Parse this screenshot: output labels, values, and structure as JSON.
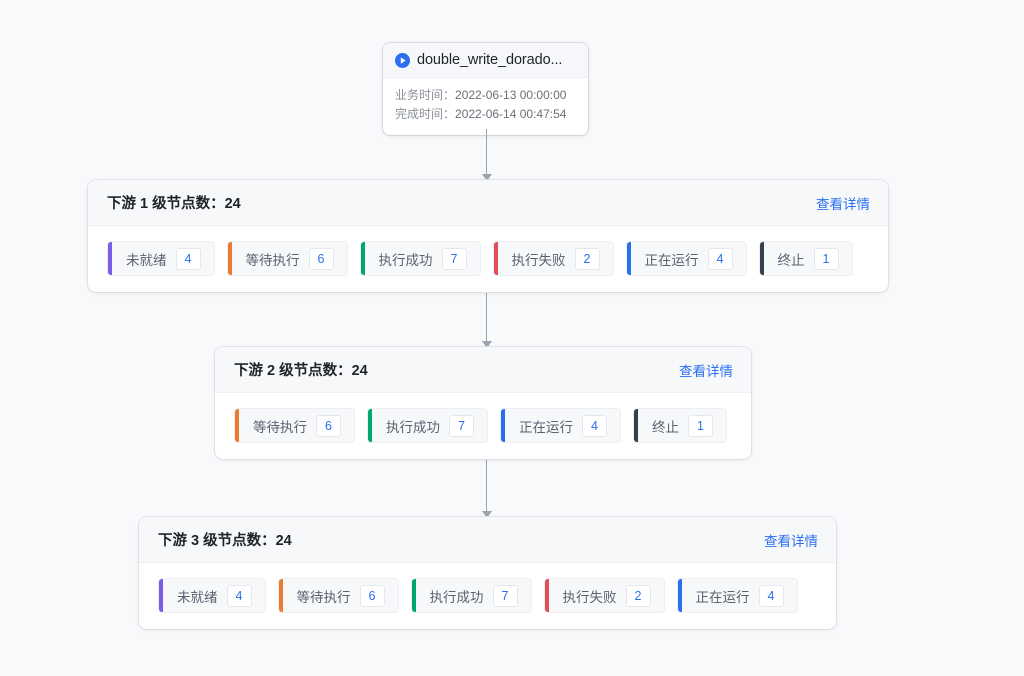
{
  "root_node": {
    "icon": "play-circle-icon",
    "title": "double_write_dorado...",
    "fields": [
      {
        "label": "业务时间：",
        "value": "2022-06-13 00:00:00"
      },
      {
        "label": "完成时间：",
        "value": "2022-06-14 00:47:54"
      }
    ]
  },
  "colors": {
    "page_background": "#f8f9fb",
    "card_background": "#ffffff",
    "header_background": "#f7f8fa",
    "link_blue": "#2a6ff0",
    "count_blue": "#2a6ff0",
    "connector_gray": "#9aa3af",
    "status_not_ready": "#7b5ce6",
    "status_waiting": "#ed7b2f",
    "status_success": "#00a870",
    "status_failed": "#e34d59",
    "status_running": "#2a6ff0",
    "status_terminated": "#363f50"
  },
  "levels": [
    {
      "id": "level-1",
      "title": "下游 1 级节点数：24",
      "detail_link": "查看详情",
      "chips": [
        {
          "label": "未就绪",
          "count": "4",
          "color": "#7b5ce6",
          "status": "not-ready"
        },
        {
          "label": "等待执行",
          "count": "6",
          "color": "#ed7b2f",
          "status": "waiting"
        },
        {
          "label": "执行成功",
          "count": "7",
          "color": "#00a870",
          "status": "success"
        },
        {
          "label": "执行失败",
          "count": "2",
          "color": "#e34d59",
          "status": "failed"
        },
        {
          "label": "正在运行",
          "count": "4",
          "color": "#2a6ff0",
          "status": "running"
        },
        {
          "label": "终止",
          "count": "1",
          "color": "#363f50",
          "status": "terminated"
        }
      ]
    },
    {
      "id": "level-2",
      "title": "下游 2 级节点数：24",
      "detail_link": "查看详情",
      "chips": [
        {
          "label": "等待执行",
          "count": "6",
          "color": "#ed7b2f",
          "status": "waiting"
        },
        {
          "label": "执行成功",
          "count": "7",
          "color": "#00a870",
          "status": "success"
        },
        {
          "label": "正在运行",
          "count": "4",
          "color": "#2a6ff0",
          "status": "running"
        },
        {
          "label": "终止",
          "count": "1",
          "color": "#363f50",
          "status": "terminated"
        }
      ]
    },
    {
      "id": "level-3",
      "title": "下游 3 级节点数：24",
      "detail_link": "查看详情",
      "chips": [
        {
          "label": "未就绪",
          "count": "4",
          "color": "#7b5ce6",
          "status": "not-ready"
        },
        {
          "label": "等待执行",
          "count": "6",
          "color": "#ed7b2f",
          "status": "waiting"
        },
        {
          "label": "执行成功",
          "count": "7",
          "color": "#00a870",
          "status": "success"
        },
        {
          "label": "执行失败",
          "count": "2",
          "color": "#e34d59",
          "status": "failed"
        },
        {
          "label": "正在运行",
          "count": "4",
          "color": "#2a6ff0",
          "status": "running"
        }
      ]
    }
  ]
}
